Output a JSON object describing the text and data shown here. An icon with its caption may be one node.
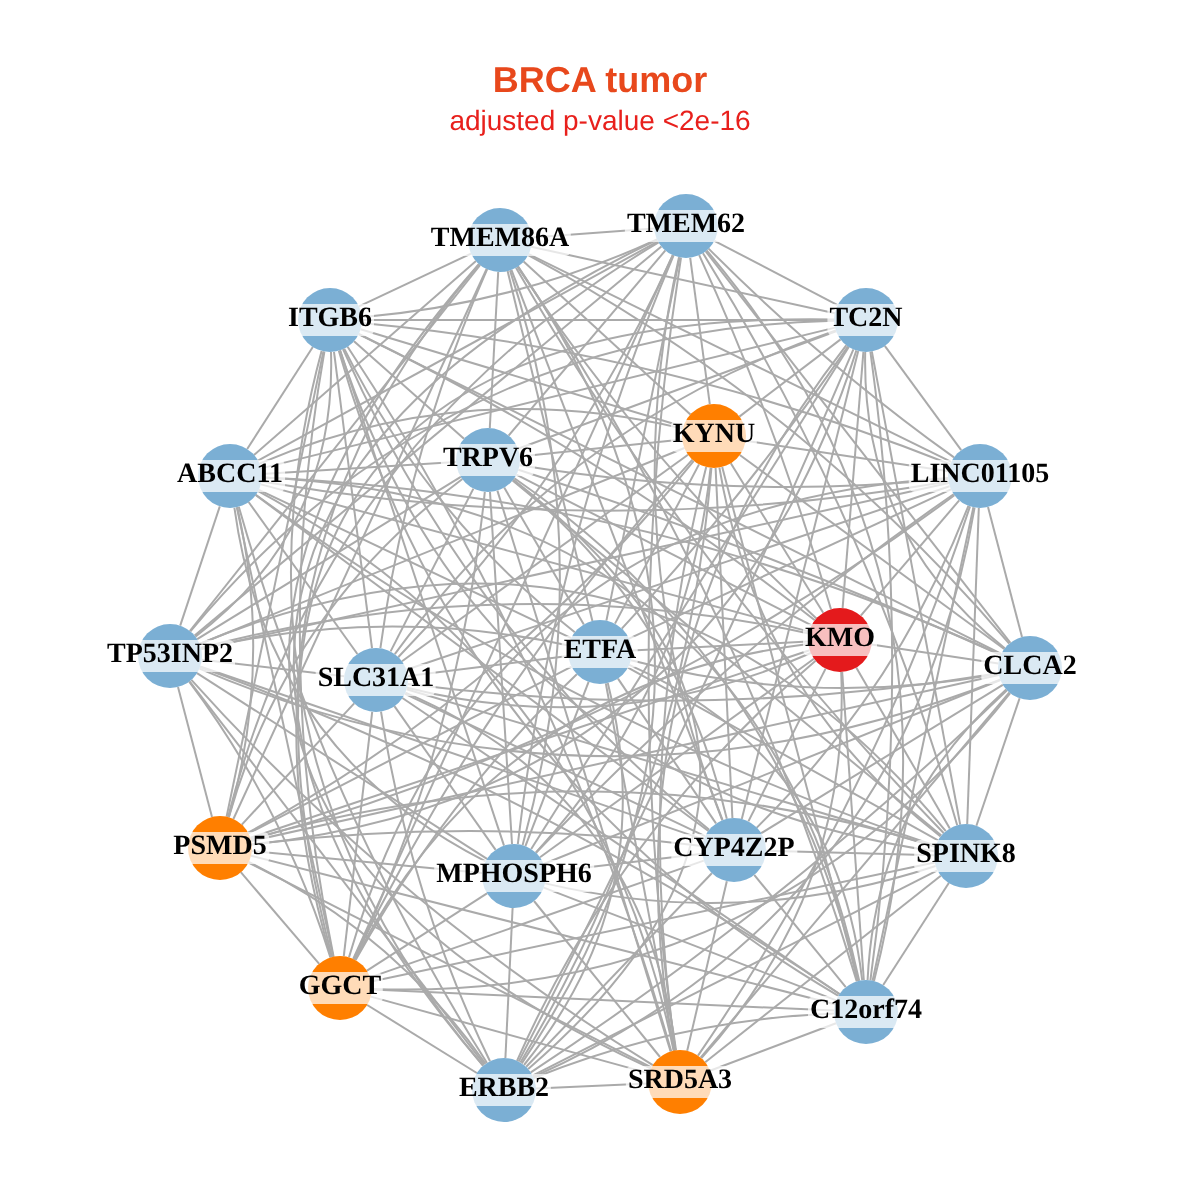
{
  "diagram": {
    "title": "BRCA tumor",
    "labels": [
      "adjusted p-value <2e-16"
    ],
    "nodes": [
      {
        "text": [
          "TMEM62"
        ]
      },
      {
        "text": [
          "TMEM86A"
        ]
      },
      {
        "text": [
          "ITGB6"
        ]
      },
      {
        "text": [
          "TC2N"
        ]
      },
      {
        "text": [
          "KYNU"
        ]
      },
      {
        "text": [
          "TRPV6"
        ]
      },
      {
        "text": [
          "ABCC11"
        ]
      },
      {
        "text": [
          "LINC01105"
        ]
      },
      {
        "text": [
          "KMO"
        ]
      },
      {
        "text": [
          "ETFA"
        ]
      },
      {
        "text": [
          "TP53INP2"
        ]
      },
      {
        "text": [
          "SLC31A1"
        ]
      },
      {
        "text": [
          "CLCA2"
        ]
      },
      {
        "text": [
          "PSMD5"
        ]
      },
      {
        "text": [
          "CYP4Z2P"
        ]
      },
      {
        "text": [
          "SPINK8"
        ]
      },
      {
        "text": [
          "MPHOSPH6"
        ]
      },
      {
        "text": [
          "GGCT"
        ]
      },
      {
        "text": [
          "C12orf74"
        ]
      },
      {
        "text": [
          "SRD5A3"
        ]
      },
      {
        "text": [
          "ERBB2"
        ]
      }
    ],
    "edges": [
      {
        "from": 0,
        "to": 1,
        "arrow": "none"
      },
      {
        "from": 0,
        "to": 2,
        "arrow": "none"
      },
      {
        "from": 0,
        "to": 3,
        "arrow": "none"
      },
      {
        "from": 0,
        "to": 4,
        "arrow": "none"
      },
      {
        "from": 0,
        "to": 5,
        "arrow": "none"
      },
      {
        "from": 0,
        "to": 6,
        "arrow": "none"
      },
      {
        "from": 0,
        "to": 7,
        "arrow": "none"
      },
      {
        "from": 0,
        "to": 8,
        "arrow": "none"
      },
      {
        "from": 0,
        "to": 9,
        "arrow": "none"
      },
      {
        "from": 0,
        "to": 10,
        "arrow": "none"
      },
      {
        "from": 0,
        "to": 11,
        "arrow": "none"
      },
      {
        "from": 0,
        "to": 12,
        "arrow": "none"
      },
      {
        "from": 0,
        "to": 13,
        "arrow": "none"
      },
      {
        "from": 0,
        "to": 14,
        "arrow": "none"
      },
      {
        "from": 0,
        "to": 15,
        "arrow": "none"
      },
      {
        "from": 0,
        "to": 16,
        "arrow": "none"
      },
      {
        "from": 0,
        "to": 17,
        "arrow": "none"
      },
      {
        "from": 0,
        "to": 18,
        "arrow": "none"
      },
      {
        "from": 0,
        "to": 19,
        "arrow": "none"
      },
      {
        "from": 0,
        "to": 20,
        "arrow": "none"
      },
      {
        "from": 1,
        "to": 2,
        "arrow": "none"
      },
      {
        "from": 1,
        "to": 3,
        "arrow": "none"
      },
      {
        "from": 1,
        "to": 4,
        "arrow": "none"
      },
      {
        "from": 1,
        "to": 5,
        "arrow": "none"
      },
      {
        "from": 1,
        "to": 6,
        "arrow": "none"
      },
      {
        "from": 1,
        "to": 7,
        "arrow": "none"
      },
      {
        "from": 1,
        "to": 8,
        "arrow": "none"
      },
      {
        "from": 1,
        "to": 9,
        "arrow": "none"
      },
      {
        "from": 1,
        "to": 10,
        "arrow": "none"
      },
      {
        "from": 1,
        "to": 11,
        "arrow": "none"
      },
      {
        "from": 1,
        "to": 12,
        "arrow": "none"
      },
      {
        "from": 1,
        "to": 13,
        "arrow": "none"
      },
      {
        "from": 1,
        "to": 14,
        "arrow": "none"
      },
      {
        "from": 1,
        "to": 15,
        "arrow": "none"
      },
      {
        "from": 1,
        "to": 16,
        "arrow": "none"
      },
      {
        "from": 1,
        "to": 17,
        "arrow": "none"
      },
      {
        "from": 1,
        "to": 18,
        "arrow": "none"
      },
      {
        "from": 1,
        "to": 19,
        "arrow": "none"
      },
      {
        "from": 1,
        "to": 20,
        "arrow": "none"
      },
      {
        "from": 2,
        "to": 3,
        "arrow": "none"
      },
      {
        "from": 2,
        "to": 4,
        "arrow": "none"
      },
      {
        "from": 2,
        "to": 5,
        "arrow": "none"
      },
      {
        "from": 2,
        "to": 6,
        "arrow": "none"
      },
      {
        "from": 2,
        "to": 7,
        "arrow": "none"
      },
      {
        "from": 2,
        "to": 8,
        "arrow": "none"
      },
      {
        "from": 2,
        "to": 9,
        "arrow": "none"
      },
      {
        "from": 2,
        "to": 10,
        "arrow": "none"
      },
      {
        "from": 2,
        "to": 11,
        "arrow": "none"
      },
      {
        "from": 2,
        "to": 12,
        "arrow": "none"
      },
      {
        "from": 2,
        "to": 13,
        "arrow": "none"
      },
      {
        "from": 2,
        "to": 14,
        "arrow": "none"
      },
      {
        "from": 2,
        "to": 15,
        "arrow": "none"
      },
      {
        "from": 2,
        "to": 16,
        "arrow": "none"
      },
      {
        "from": 2,
        "to": 17,
        "arrow": "none"
      },
      {
        "from": 2,
        "to": 18,
        "arrow": "none"
      },
      {
        "from": 2,
        "to": 19,
        "arrow": "none"
      },
      {
        "from": 2,
        "to": 20,
        "arrow": "none"
      },
      {
        "from": 3,
        "to": 4,
        "arrow": "none"
      },
      {
        "from": 3,
        "to": 5,
        "arrow": "none"
      },
      {
        "from": 3,
        "to": 6,
        "arrow": "none"
      },
      {
        "from": 3,
        "to": 7,
        "arrow": "none"
      },
      {
        "from": 3,
        "to": 8,
        "arrow": "none"
      },
      {
        "from": 3,
        "to": 9,
        "arrow": "none"
      },
      {
        "from": 3,
        "to": 10,
        "arrow": "none"
      },
      {
        "from": 3,
        "to": 11,
        "arrow": "none"
      },
      {
        "from": 3,
        "to": 12,
        "arrow": "none"
      },
      {
        "from": 3,
        "to": 13,
        "arrow": "none"
      },
      {
        "from": 3,
        "to": 14,
        "arrow": "none"
      },
      {
        "from": 3,
        "to": 15,
        "arrow": "none"
      },
      {
        "from": 3,
        "to": 16,
        "arrow": "none"
      },
      {
        "from": 3,
        "to": 17,
        "arrow": "none"
      },
      {
        "from": 3,
        "to": 18,
        "arrow": "none"
      },
      {
        "from": 3,
        "to": 19,
        "arrow": "none"
      },
      {
        "from": 3,
        "to": 20,
        "arrow": "none"
      },
      {
        "from": 4,
        "to": 5,
        "arrow": "none"
      },
      {
        "from": 4,
        "to": 6,
        "arrow": "none"
      },
      {
        "from": 4,
        "to": 7,
        "arrow": "none"
      },
      {
        "from": 4,
        "to": 8,
        "arrow": "none"
      },
      {
        "from": 4,
        "to": 9,
        "arrow": "none"
      },
      {
        "from": 4,
        "to": 10,
        "arrow": "none"
      },
      {
        "from": 4,
        "to": 11,
        "arrow": "none"
      },
      {
        "from": 4,
        "to": 12,
        "arrow": "none"
      },
      {
        "from": 4,
        "to": 13,
        "arrow": "none"
      },
      {
        "from": 4,
        "to": 14,
        "arrow": "none"
      },
      {
        "from": 4,
        "to": 15,
        "arrow": "none"
      },
      {
        "from": 4,
        "to": 16,
        "arrow": "none"
      },
      {
        "from": 4,
        "to": 17,
        "arrow": "none"
      },
      {
        "from": 4,
        "to": 18,
        "arrow": "none"
      },
      {
        "from": 4,
        "to": 19,
        "arrow": "none"
      },
      {
        "from": 4,
        "to": 20,
        "arrow": "none"
      },
      {
        "from": 5,
        "to": 6,
        "arrow": "none"
      },
      {
        "from": 5,
        "to": 7,
        "arrow": "none"
      },
      {
        "from": 5,
        "to": 8,
        "arrow": "none"
      },
      {
        "from": 5,
        "to": 9,
        "arrow": "none"
      },
      {
        "from": 5,
        "to": 10,
        "arrow": "none"
      },
      {
        "from": 5,
        "to": 11,
        "arrow": "none"
      },
      {
        "from": 5,
        "to": 12,
        "arrow": "none"
      },
      {
        "from": 5,
        "to": 13,
        "arrow": "none"
      },
      {
        "from": 5,
        "to": 14,
        "arrow": "none"
      },
      {
        "from": 5,
        "to": 15,
        "arrow": "none"
      },
      {
        "from": 5,
        "to": 16,
        "arrow": "none"
      },
      {
        "from": 5,
        "to": 17,
        "arrow": "none"
      },
      {
        "from": 5,
        "to": 18,
        "arrow": "none"
      },
      {
        "from": 5,
        "to": 19,
        "arrow": "none"
      },
      {
        "from": 5,
        "to": 20,
        "arrow": "none"
      },
      {
        "from": 6,
        "to": 7,
        "arrow": "none"
      },
      {
        "from": 6,
        "to": 8,
        "arrow": "none"
      },
      {
        "from": 6,
        "to": 9,
        "arrow": "none"
      },
      {
        "from": 6,
        "to": 10,
        "arrow": "none"
      },
      {
        "from": 6,
        "to": 11,
        "arrow": "none"
      },
      {
        "from": 6,
        "to": 12,
        "arrow": "none"
      },
      {
        "from": 6,
        "to": 13,
        "arrow": "none"
      },
      {
        "from": 6,
        "to": 14,
        "arrow": "none"
      },
      {
        "from": 6,
        "to": 15,
        "arrow": "none"
      },
      {
        "from": 6,
        "to": 16,
        "arrow": "none"
      },
      {
        "from": 6,
        "to": 17,
        "arrow": "none"
      },
      {
        "from": 6,
        "to": 18,
        "arrow": "none"
      },
      {
        "from": 6,
        "to": 19,
        "arrow": "none"
      },
      {
        "from": 6,
        "to": 20,
        "arrow": "none"
      },
      {
        "from": 7,
        "to": 8,
        "arrow": "none"
      },
      {
        "from": 7,
        "to": 9,
        "arrow": "none"
      },
      {
        "from": 7,
        "to": 10,
        "arrow": "none"
      },
      {
        "from": 7,
        "to": 11,
        "arrow": "none"
      },
      {
        "from": 7,
        "to": 12,
        "arrow": "none"
      },
      {
        "from": 7,
        "to": 13,
        "arrow": "none"
      },
      {
        "from": 7,
        "to": 14,
        "arrow": "none"
      },
      {
        "from": 7,
        "to": 15,
        "arrow": "none"
      },
      {
        "from": 7,
        "to": 16,
        "arrow": "none"
      },
      {
        "from": 7,
        "to": 17,
        "arrow": "none"
      },
      {
        "from": 7,
        "to": 18,
        "arrow": "none"
      },
      {
        "from": 7,
        "to": 19,
        "arrow": "none"
      },
      {
        "from": 7,
        "to": 20,
        "arrow": "none"
      },
      {
        "from": 8,
        "to": 9,
        "arrow": "none"
      },
      {
        "from": 8,
        "to": 10,
        "arrow": "none"
      },
      {
        "from": 8,
        "to": 11,
        "arrow": "none"
      },
      {
        "from": 8,
        "to": 12,
        "arrow": "none"
      },
      {
        "from": 8,
        "to": 13,
        "arrow": "none"
      },
      {
        "from": 8,
        "to": 14,
        "arrow": "none"
      },
      {
        "from": 8,
        "to": 15,
        "arrow": "none"
      },
      {
        "from": 8,
        "to": 16,
        "arrow": "none"
      },
      {
        "from": 8,
        "to": 17,
        "arrow": "none"
      },
      {
        "from": 8,
        "to": 18,
        "arrow": "none"
      },
      {
        "from": 8,
        "to": 19,
        "arrow": "none"
      },
      {
        "from": 8,
        "to": 20,
        "arrow": "none"
      },
      {
        "from": 9,
        "to": 10,
        "arrow": "none"
      },
      {
        "from": 9,
        "to": 11,
        "arrow": "none"
      },
      {
        "from": 9,
        "to": 12,
        "arrow": "none"
      },
      {
        "from": 9,
        "to": 13,
        "arrow": "none"
      },
      {
        "from": 9,
        "to": 14,
        "arrow": "none"
      },
      {
        "from": 9,
        "to": 15,
        "arrow": "none"
      },
      {
        "from": 9,
        "to": 16,
        "arrow": "none"
      },
      {
        "from": 9,
        "to": 17,
        "arrow": "none"
      },
      {
        "from": 9,
        "to": 18,
        "arrow": "none"
      },
      {
        "from": 9,
        "to": 19,
        "arrow": "none"
      },
      {
        "from": 9,
        "to": 20,
        "arrow": "none"
      },
      {
        "from": 10,
        "to": 11,
        "arrow": "none"
      },
      {
        "from": 10,
        "to": 12,
        "arrow": "none"
      },
      {
        "from": 10,
        "to": 13,
        "arrow": "none"
      },
      {
        "from": 10,
        "to": 14,
        "arrow": "none"
      },
      {
        "from": 10,
        "to": 15,
        "arrow": "none"
      },
      {
        "from": 10,
        "to": 16,
        "arrow": "none"
      },
      {
        "from": 10,
        "to": 17,
        "arrow": "none"
      },
      {
        "from": 10,
        "to": 18,
        "arrow": "none"
      },
      {
        "from": 10,
        "to": 19,
        "arrow": "none"
      },
      {
        "from": 10,
        "to": 20,
        "arrow": "none"
      },
      {
        "from": 11,
        "to": 12,
        "arrow": "none"
      },
      {
        "from": 11,
        "to": 13,
        "arrow": "none"
      },
      {
        "from": 11,
        "to": 14,
        "arrow": "none"
      },
      {
        "from": 11,
        "to": 15,
        "arrow": "none"
      },
      {
        "from": 11,
        "to": 16,
        "arrow": "none"
      },
      {
        "from": 11,
        "to": 17,
        "arrow": "none"
      },
      {
        "from": 11,
        "to": 18,
        "arrow": "none"
      },
      {
        "from": 11,
        "to": 19,
        "arrow": "none"
      },
      {
        "from": 11,
        "to": 20,
        "arrow": "none"
      },
      {
        "from": 12,
        "to": 13,
        "arrow": "none"
      },
      {
        "from": 12,
        "to": 14,
        "arrow": "none"
      },
      {
        "from": 12,
        "to": 15,
        "arrow": "none"
      },
      {
        "from": 12,
        "to": 16,
        "arrow": "none"
      },
      {
        "from": 12,
        "to": 17,
        "arrow": "none"
      },
      {
        "from": 12,
        "to": 18,
        "arrow": "none"
      },
      {
        "from": 12,
        "to": 19,
        "arrow": "none"
      },
      {
        "from": 12,
        "to": 20,
        "arrow": "none"
      },
      {
        "from": 13,
        "to": 14,
        "arrow": "none"
      },
      {
        "from": 13,
        "to": 15,
        "arrow": "none"
      },
      {
        "from": 13,
        "to": 16,
        "arrow": "none"
      },
      {
        "from": 13,
        "to": 17,
        "arrow": "none"
      },
      {
        "from": 13,
        "to": 18,
        "arrow": "none"
      },
      {
        "from": 13,
        "to": 19,
        "arrow": "none"
      },
      {
        "from": 13,
        "to": 20,
        "arrow": "none"
      },
      {
        "from": 14,
        "to": 15,
        "arrow": "none"
      },
      {
        "from": 14,
        "to": 16,
        "arrow": "none"
      },
      {
        "from": 14,
        "to": 17,
        "arrow": "none"
      },
      {
        "from": 14,
        "to": 18,
        "arrow": "none"
      },
      {
        "from": 14,
        "to": 19,
        "arrow": "none"
      },
      {
        "from": 14,
        "to": 20,
        "arrow": "none"
      },
      {
        "from": 15,
        "to": 16,
        "arrow": "none"
      },
      {
        "from": 15,
        "to": 17,
        "arrow": "none"
      },
      {
        "from": 15,
        "to": 18,
        "arrow": "none"
      },
      {
        "from": 15,
        "to": 19,
        "arrow": "none"
      },
      {
        "from": 15,
        "to": 20,
        "arrow": "none"
      },
      {
        "from": 16,
        "to": 17,
        "arrow": "none"
      },
      {
        "from": 16,
        "to": 18,
        "arrow": "none"
      },
      {
        "from": 16,
        "to": 19,
        "arrow": "none"
      },
      {
        "from": 16,
        "to": 20,
        "arrow": "none"
      },
      {
        "from": 17,
        "to": 18,
        "arrow": "none"
      },
      {
        "from": 17,
        "to": 19,
        "arrow": "none"
      },
      {
        "from": 17,
        "to": 20,
        "arrow": "none"
      },
      {
        "from": 18,
        "to": 19,
        "arrow": "none"
      },
      {
        "from": 18,
        "to": 20,
        "arrow": "none"
      },
      {
        "from": 19,
        "to": 20,
        "arrow": "none"
      }
    ]
  }
}
